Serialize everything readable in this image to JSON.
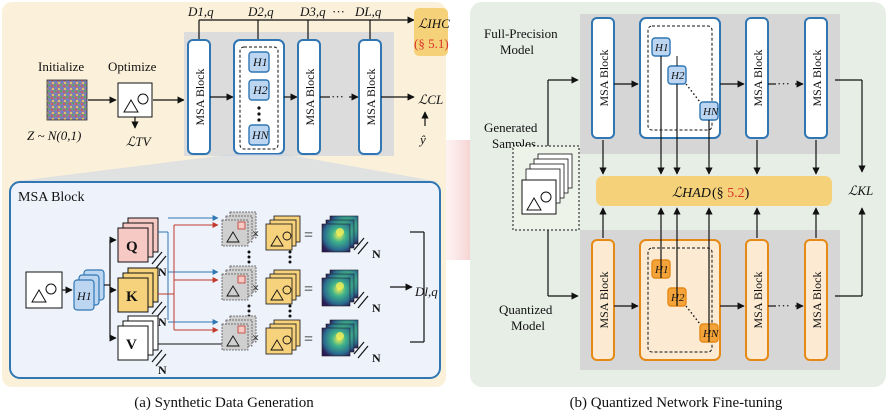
{
  "left_panel": {
    "caption": "(a) Synthetic Data Generation",
    "initialize_label": "Initialize",
    "optimize_label": "Optimize",
    "noise_label": "Z ~ N(0,1)",
    "loss_tv": "ℒTV",
    "loss_cl": "ℒCL",
    "y_hat": "ŷ",
    "loss_ihc": "ℒIHC",
    "ihc_ref": "(§ 5.1)",
    "top_outputs": [
      "D1,q",
      "D2,q",
      "D3,q",
      "DL,q"
    ],
    "ellipsis": "···",
    "msa_block_label": "MSA Block",
    "heads": [
      "H1",
      "H2",
      "HN"
    ],
    "msa_detail": {
      "title": "MSA Block",
      "head": "H1",
      "qkv": [
        "Q",
        "K",
        "V"
      ],
      "n_label": "N",
      "times": "×",
      "equals": "=",
      "output": "Dl,q"
    }
  },
  "right_panel": {
    "caption": "(b) Quantized Network Fine-tuning",
    "full_precision_label": "Full-Precision\nModel",
    "quantized_label": "Quantized\nModel",
    "generated_samples_label": "Generated\nSamples",
    "loss_had": "ℒHAD",
    "had_ref_prefix": "(§ ",
    "had_ref_num": "5.2",
    "had_ref_suffix": ")",
    "loss_kl": "ℒKL",
    "msa_block_label": "MSA Block",
    "heads": [
      "H1",
      "H2",
      "HN"
    ]
  },
  "colors": {
    "left_bg": "#fbf1da",
    "right_bg": "#e7eee6",
    "blue_stroke": "#2f76b3",
    "blue_fill": "#bcd5f1",
    "orange_stroke": "#e58a17",
    "orange_fill": "#fcebd2",
    "loss_box": "#f5d27a",
    "red_ref": "#d8322c"
  }
}
